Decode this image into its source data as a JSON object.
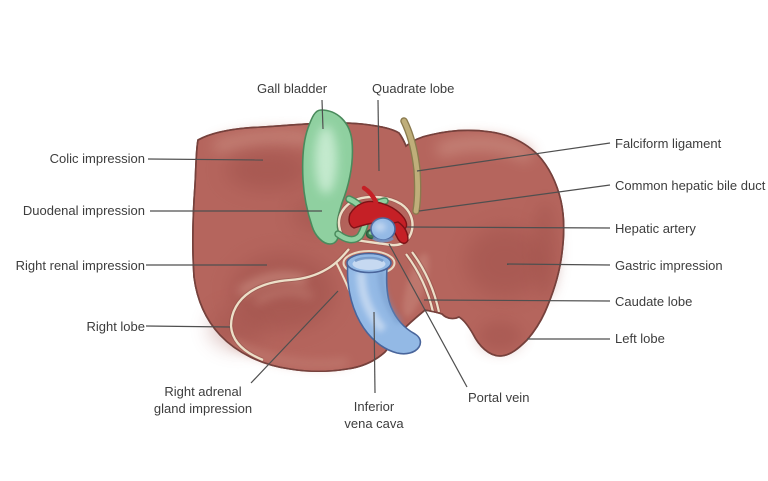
{
  "labels": {
    "gall_bladder": "Gall bladder",
    "quadrate_lobe": "Quadrate lobe",
    "colic_impression": "Colic impression",
    "duodenal_impression": "Duodenal impression",
    "right_renal_impression": "Right renal impression",
    "right_lobe": "Right lobe",
    "right_adrenal_gland_impression": "Right adrenal gland impression",
    "inferior_vena_cava": "Inferior vena cava",
    "portal_vein": "Portal vein",
    "falciform_ligament": "Falciform ligament",
    "common_hepatic_bile_duct": "Common hepatic bile duct",
    "hepatic_artery": "Hepatic artery",
    "gastric_impression": "Gastric impression",
    "caudate_lobe": "Caudate lobe",
    "left_lobe": "Left lobe"
  },
  "colors": {
    "background": "#ffffff",
    "liver_fill": "#b5655d",
    "liver_shadow": "#9c4e48",
    "liver_highlight": "#cb8d81",
    "liver_outline": "#76413c",
    "gall_bladder_fill": "#8fd0a0",
    "gall_bladder_highlight": "#cdeed6",
    "gall_bladder_outline": "#4a8a5c",
    "duct_tan_fill": "#bfae7a",
    "duct_tan_outline": "#8a7a4e",
    "vein_blue_fill": "#93b9e5",
    "vein_blue_highlight": "#c6d9f1",
    "vein_blue_shade": "#6f93c4",
    "vein_blue_outline": "#49659b",
    "artery_red_fill": "#c52026",
    "artery_red_outline": "#7e1216",
    "peritoneum_cream": "#ecdfc8",
    "label_text": "#3d3d3d",
    "leader_line": "#4f4f4f"
  }
}
